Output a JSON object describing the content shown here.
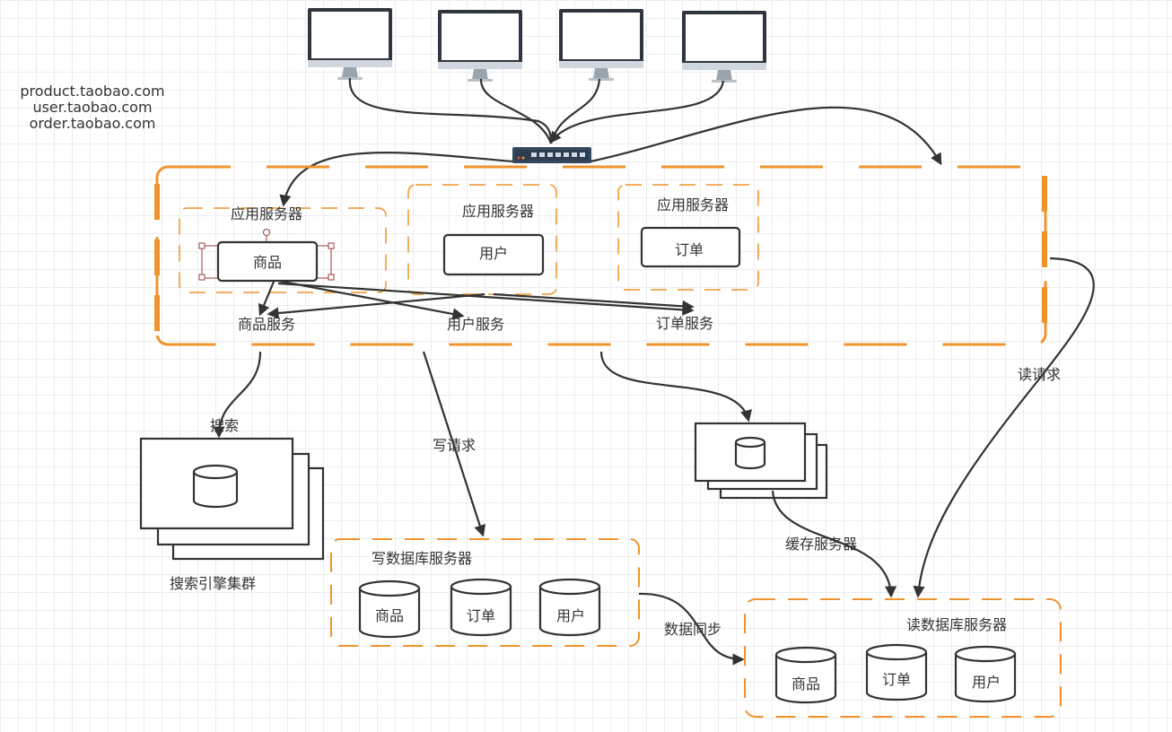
{
  "hosts": [
    "product.taobao.com",
    "user.taobao.com",
    "order.taobao.com"
  ],
  "app_servers": [
    {
      "title": "应用服务器",
      "module": "商品"
    },
    {
      "title": "应用服务器",
      "module": "用户"
    },
    {
      "title": "应用服务器",
      "module": "订单"
    }
  ],
  "services": [
    "商品服务",
    "用户服务",
    "订单服务"
  ],
  "search": {
    "label": "搜索",
    "cluster": "搜索引擎集群"
  },
  "write_request": "写请求",
  "read_request": "读请求",
  "cache_label": "缓存服务器",
  "sync_label": "数据同步",
  "write_db": {
    "title": "写数据库服务器",
    "tables": [
      "商品",
      "订单",
      "用户"
    ]
  },
  "read_db": {
    "title": "读数据库服务器",
    "tables": [
      "商品",
      "订单",
      "用户"
    ]
  },
  "colors": {
    "orange": "#f0932b",
    "stroke": "#333333",
    "selection": "#9b3b3b"
  }
}
